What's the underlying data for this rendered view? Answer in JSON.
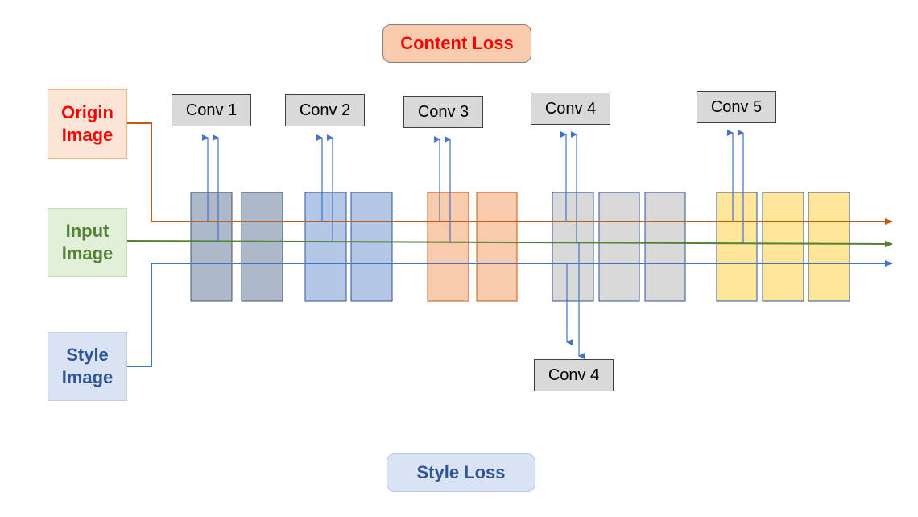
{
  "content_loss": "Content Loss",
  "style_loss": "Style Loss",
  "inputs": {
    "origin": "Origin\nImage",
    "input": "Input\nImage",
    "style": "Style\nImage"
  },
  "conv_labels": {
    "conv1": "Conv 1",
    "conv2": "Conv 2",
    "conv3": "Conv 3",
    "conv4_top": "Conv 4",
    "conv5": "Conv 5",
    "conv4_bottom": "Conv 4"
  },
  "colors": {
    "origin_line": "#c55a11",
    "input_line": "#548235",
    "style_line": "#4472c4",
    "block1": "#adb9ca",
    "block2": "#b4c7e7",
    "block3": "#f8cbad",
    "block4": "#d9d9d9",
    "block5": "#ffe699"
  }
}
